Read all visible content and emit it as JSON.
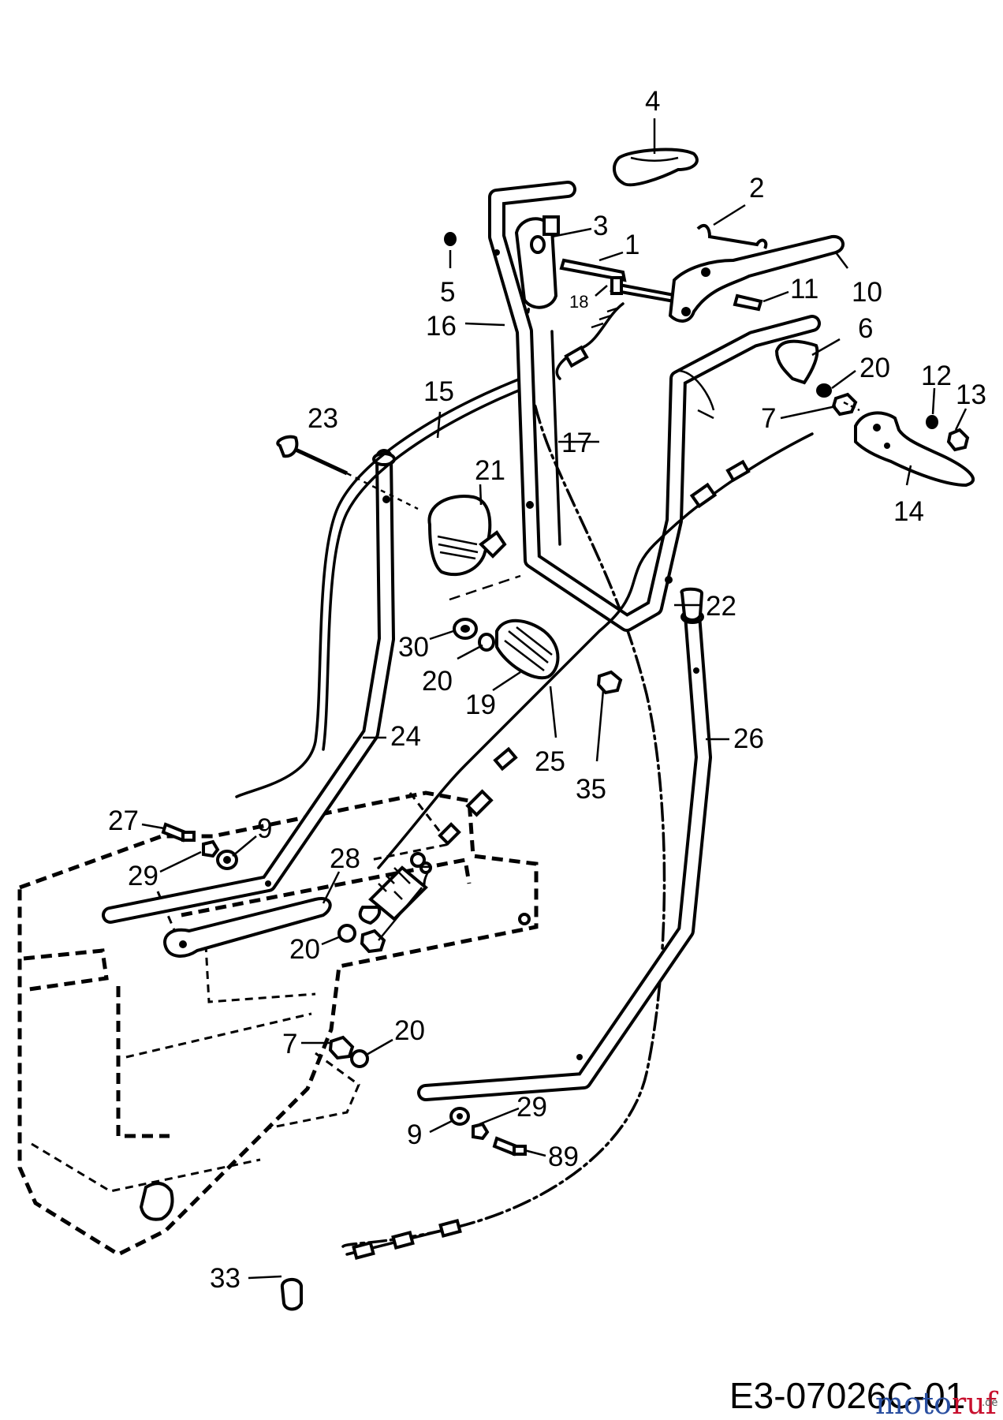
{
  "diagram": {
    "reference_code": "E3-07026C-01",
    "watermark": {
      "brand_a": "moto",
      "brand_b": "ruf",
      "suffix": ".de",
      "color_a": "#2a4fa0",
      "color_b": "#c8102e"
    },
    "labels": {
      "p1": "1",
      "p2": "2",
      "p3": "3",
      "p4": "4",
      "p5": "5",
      "p6": "6",
      "p7a": "7",
      "p7b": "7",
      "p7c": "7",
      "p9a": "9",
      "p9b": "9",
      "p10": "10",
      "p11": "11",
      "p12": "12",
      "p13": "13",
      "p14": "14",
      "p15": "15",
      "p16": "16",
      "p17": "17",
      "p18": "18",
      "p19": "19",
      "p20a": "20",
      "p20b": "20",
      "p20c": "20",
      "p20d": "20",
      "p21": "21",
      "p22": "22",
      "p23": "23",
      "p24": "24",
      "p25": "25",
      "p26": "26",
      "p27": "27",
      "p28": "28",
      "p29a": "29",
      "p29b": "29",
      "p30": "30",
      "p33": "33",
      "p35": "35",
      "p89": "89"
    }
  }
}
